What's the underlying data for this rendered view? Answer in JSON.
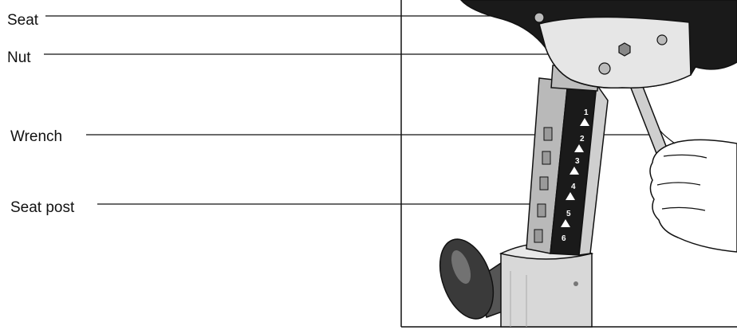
{
  "labels": {
    "seat": "Seat",
    "nut": "Nut",
    "wrench": "Wrench",
    "seat_post": "Seat post"
  },
  "post_markings": [
    "1",
    "2",
    "3",
    "4",
    "5",
    "6"
  ],
  "colors": {
    "ink": "#111111",
    "seat": "#1a1a1a",
    "post": "#c4c4c4",
    "collar": "#d8d8d8",
    "knob": "#3a3a3a"
  }
}
